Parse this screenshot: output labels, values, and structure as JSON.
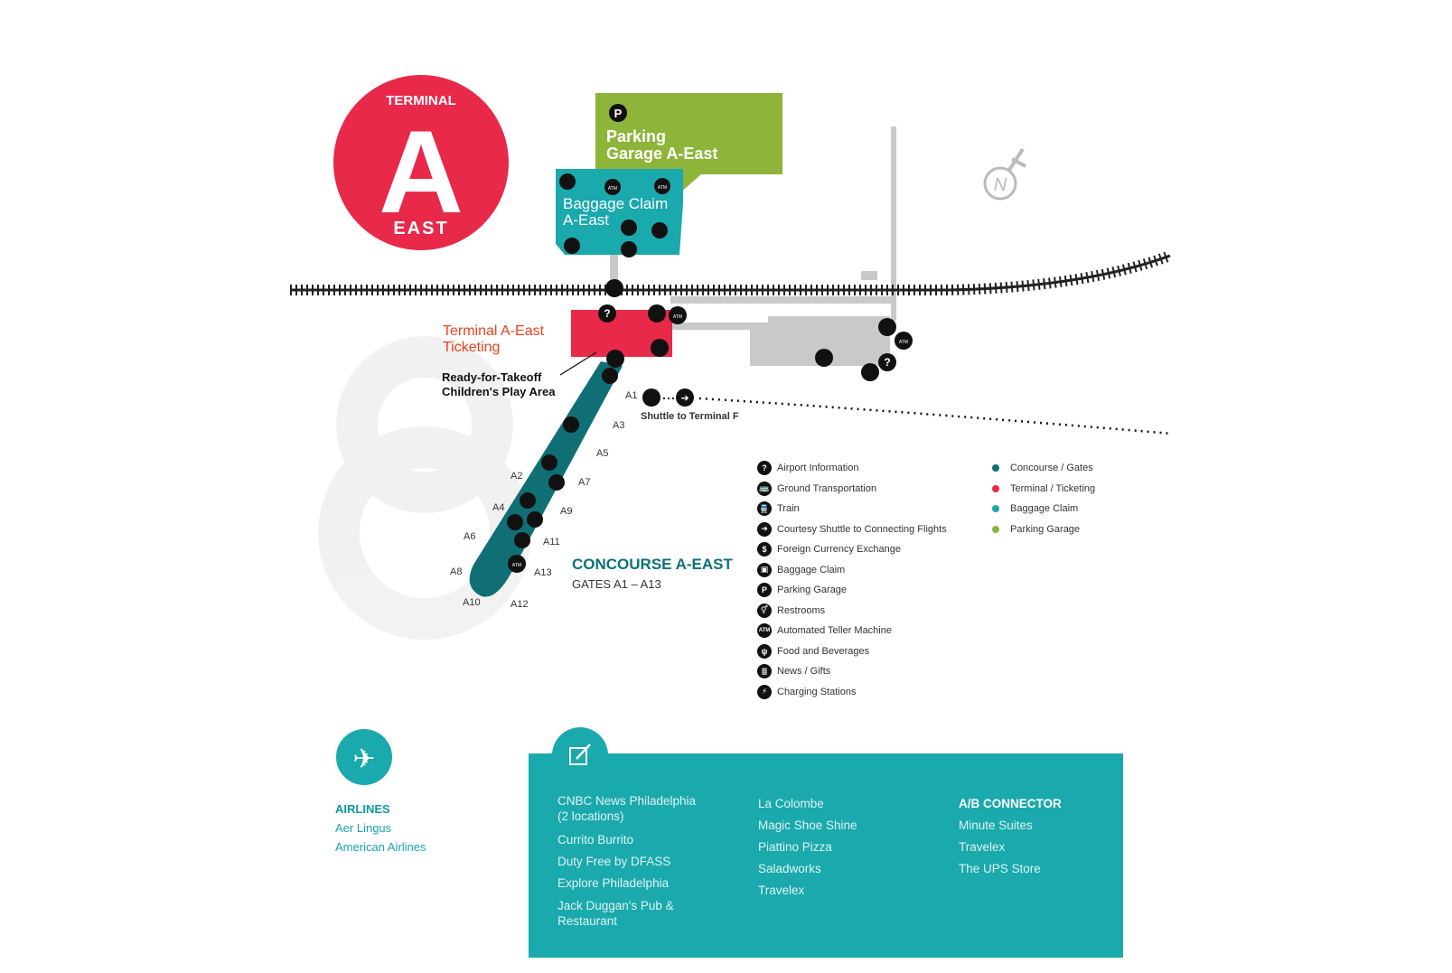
{
  "badge": {
    "top": "TERMINAL",
    "letter": "A",
    "bottom": "EAST"
  },
  "areas": {
    "parking": {
      "line1": "Parking",
      "line2": "Garage A-East",
      "icon": "P"
    },
    "baggage": {
      "line1": "Baggage Claim",
      "line2": "A-East"
    },
    "ticketing": {
      "line1": "Terminal A-East",
      "line2": "Ticketing"
    }
  },
  "play_area": {
    "line1": "Ready-for-Takeoff",
    "line2": "Children's Play Area"
  },
  "shuttle": {
    "gate": "A1",
    "label": "Shuttle to Terminal F"
  },
  "concourse": {
    "title": "CONCOURSE A-EAST",
    "subtitle": "GATES A1 – A13"
  },
  "gates": [
    "A1",
    "A2",
    "A3",
    "A4",
    "A5",
    "A6",
    "A7",
    "A8",
    "A9",
    "A10",
    "A11",
    "A12",
    "A13"
  ],
  "legend_icons": [
    {
      "glyph": "?",
      "name": "airport-info-icon",
      "label": "Airport Information"
    },
    {
      "glyph": "🚌",
      "name": "ground-transport-icon",
      "label": "Ground Transportation"
    },
    {
      "glyph": "🚆",
      "name": "train-icon",
      "label": "Train"
    },
    {
      "glyph": "➜",
      "name": "shuttle-icon",
      "label": "Courtesy Shuttle to Connecting Flights"
    },
    {
      "glyph": "$",
      "name": "currency-exchange-icon",
      "label": "Foreign Currency Exchange"
    },
    {
      "glyph": "▣",
      "name": "baggage-icon",
      "label": "Baggage Claim"
    },
    {
      "glyph": "P",
      "name": "parking-icon",
      "label": "Parking Garage"
    },
    {
      "glyph": "⚥",
      "name": "restroom-icon",
      "label": "Restrooms"
    },
    {
      "glyph": "ATM",
      "name": "atm-icon",
      "label": "Automated Teller Machine"
    },
    {
      "glyph": "ψ",
      "name": "food-icon",
      "label": "Food and Beverages"
    },
    {
      "glyph": "≣",
      "name": "news-icon",
      "label": "News / Gifts"
    },
    {
      "glyph": "⚡",
      "name": "charging-icon",
      "label": "Charging Stations"
    }
  ],
  "legend_colors": [
    {
      "color": "#106f75",
      "label": "Concourse / Gates"
    },
    {
      "color": "#e8294a",
      "label": "Terminal / Ticketing"
    },
    {
      "color": "#1aa9ad",
      "label": "Baggage Claim"
    },
    {
      "color": "#8db53a",
      "label": "Parking Garage"
    }
  ],
  "airlines": {
    "title": "AIRLINES",
    "items": [
      "Aer Lingus",
      "American Airlines"
    ]
  },
  "shops": {
    "col1": [
      "CNBC News Philadelphia",
      "(2 locations)",
      "Currito Burrito",
      "Duty Free by DFASS",
      "Explore Philadelphia",
      "Jack Duggan's Pub &",
      "Restaurant"
    ],
    "col2": [
      "La Colombe",
      "Magic Shoe Shine",
      "Piattino Pizza",
      "Saladworks",
      "Travelex"
    ],
    "col3_header": "A/B CONNECTOR",
    "col3": [
      "Minute Suites",
      "Travelex",
      "The UPS Store"
    ]
  },
  "compass": "N",
  "colors": {
    "terminal": "#e8294a",
    "parking": "#8db53a",
    "baggage": "#1aa9ad",
    "concourse": "#106f75"
  }
}
